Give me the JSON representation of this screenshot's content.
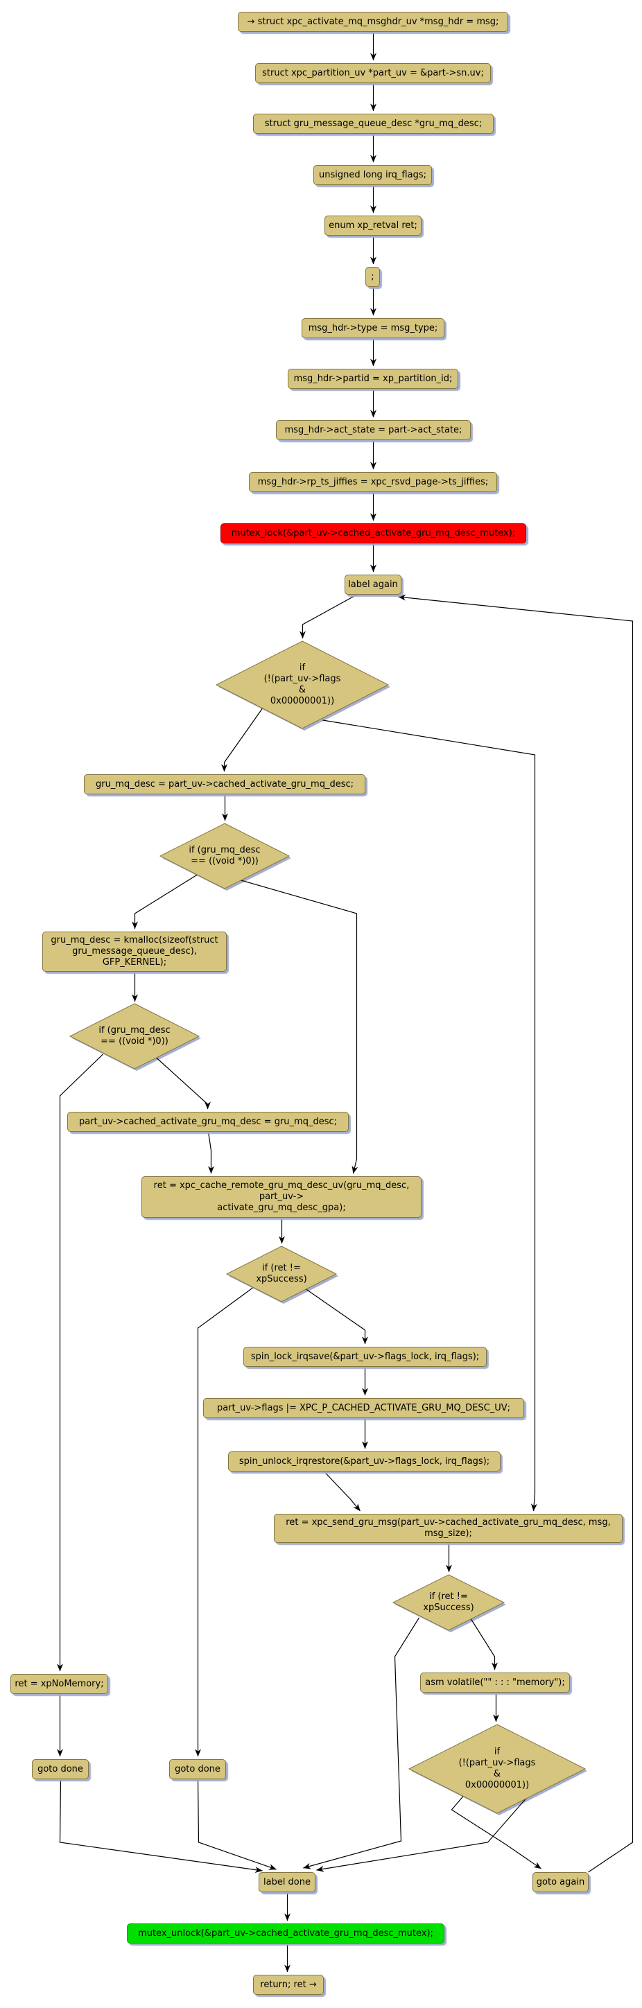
{
  "diagram": {
    "type": "flowchart",
    "description": "control-flow graph of a C function (xpc activate mq send, UV)",
    "background": "#ffffff",
    "colors": {
      "node_fill": "#d5c57e",
      "node_border": "#847540",
      "lock_node_fill": "#ff0000",
      "unlock_node_fill": "#00e000",
      "shadow": "#a0accd",
      "edge": "#1a1a1a",
      "text": "#000000"
    },
    "nodes": {
      "n1": {
        "shape": "box",
        "text": "→ struct xpc_activate_mq_msghdr_uv *msg_hdr = msg;"
      },
      "n2": {
        "shape": "box",
        "text": "struct xpc_partition_uv *part_uv = &part->sn.uv;"
      },
      "n3": {
        "shape": "box",
        "text": "struct gru_message_queue_desc *gru_mq_desc;"
      },
      "n4": {
        "shape": "box",
        "text": "unsigned long irq_flags;"
      },
      "n5": {
        "shape": "box",
        "text": "enum xp_retval ret;"
      },
      "n6": {
        "shape": "box",
        "text": ";"
      },
      "n7": {
        "shape": "box",
        "text": "msg_hdr->type = msg_type;"
      },
      "n8": {
        "shape": "box",
        "text": "msg_hdr->partid = xp_partition_id;"
      },
      "n9": {
        "shape": "box",
        "text": "msg_hdr->act_state = part->act_state;"
      },
      "n10": {
        "shape": "box",
        "text": "msg_hdr->rp_ts_jiffies = xpc_rsvd_page->ts_jiffies;"
      },
      "n11": {
        "shape": "box",
        "color": "red",
        "text": "mutex_lock(&part_uv->cached_activate_gru_mq_desc_mutex);"
      },
      "n12": {
        "shape": "box",
        "text": "label again"
      },
      "d1": {
        "shape": "diamond",
        "text": "if\n(!(part_uv->flags\n&\n0x00000001))"
      },
      "n14": {
        "shape": "box",
        "text": "gru_mq_desc = part_uv->cached_activate_gru_mq_desc;"
      },
      "d15": {
        "shape": "diamond",
        "text": "if (gru_mq_desc\n== ((void *)0))"
      },
      "n16": {
        "shape": "box",
        "text": "gru_mq_desc = kmalloc(sizeof(struct\ngru_message_queue_desc),\nGFP_KERNEL);"
      },
      "d17": {
        "shape": "diamond",
        "text": "if (gru_mq_desc\n== ((void *)0))"
      },
      "n18": {
        "shape": "box",
        "text": "part_uv->cached_activate_gru_mq_desc = gru_mq_desc;"
      },
      "n19": {
        "shape": "box",
        "text": "ret = xpc_cache_remote_gru_mq_desc_uv(gru_mq_desc,\npart_uv->\nactivate_gru_mq_desc_gpa);"
      },
      "d20": {
        "shape": "diamond",
        "text": "if (ret !=\nxpSuccess)"
      },
      "n21": {
        "shape": "box",
        "text": "spin_lock_irqsave(&part_uv->flags_lock, irq_flags);"
      },
      "n22": {
        "shape": "box",
        "text": "part_uv->flags |= XPC_P_CACHED_ACTIVATE_GRU_MQ_DESC_UV;"
      },
      "n23": {
        "shape": "box",
        "text": "spin_unlock_irqrestore(&part_uv->flags_lock, irq_flags);"
      },
      "n24": {
        "shape": "box",
        "text": "ret = xpc_send_gru_msg(part_uv->cached_activate_gru_mq_desc, msg,\nmsg_size);"
      },
      "d25": {
        "shape": "diamond",
        "text": "if (ret !=\nxpSuccess)"
      },
      "n26": {
        "shape": "box",
        "text": "asm volatile(\"\" : : : \"memory\");"
      },
      "d27": {
        "shape": "diamond",
        "text": "if\n(!(part_uv->flags\n&\n0x00000001))"
      },
      "n28": {
        "shape": "box",
        "text": "ret = xpNoMemory;"
      },
      "n29": {
        "shape": "box",
        "text": "goto done"
      },
      "n30": {
        "shape": "box",
        "text": "goto done"
      },
      "n31": {
        "shape": "box",
        "text": "label done"
      },
      "n32": {
        "shape": "box",
        "text": "goto again"
      },
      "n33": {
        "shape": "box",
        "color": "green",
        "text": "mutex_unlock(&part_uv->cached_activate_gru_mq_desc_mutex);"
      },
      "n34": {
        "shape": "box",
        "text": "return; ret →"
      }
    }
  }
}
